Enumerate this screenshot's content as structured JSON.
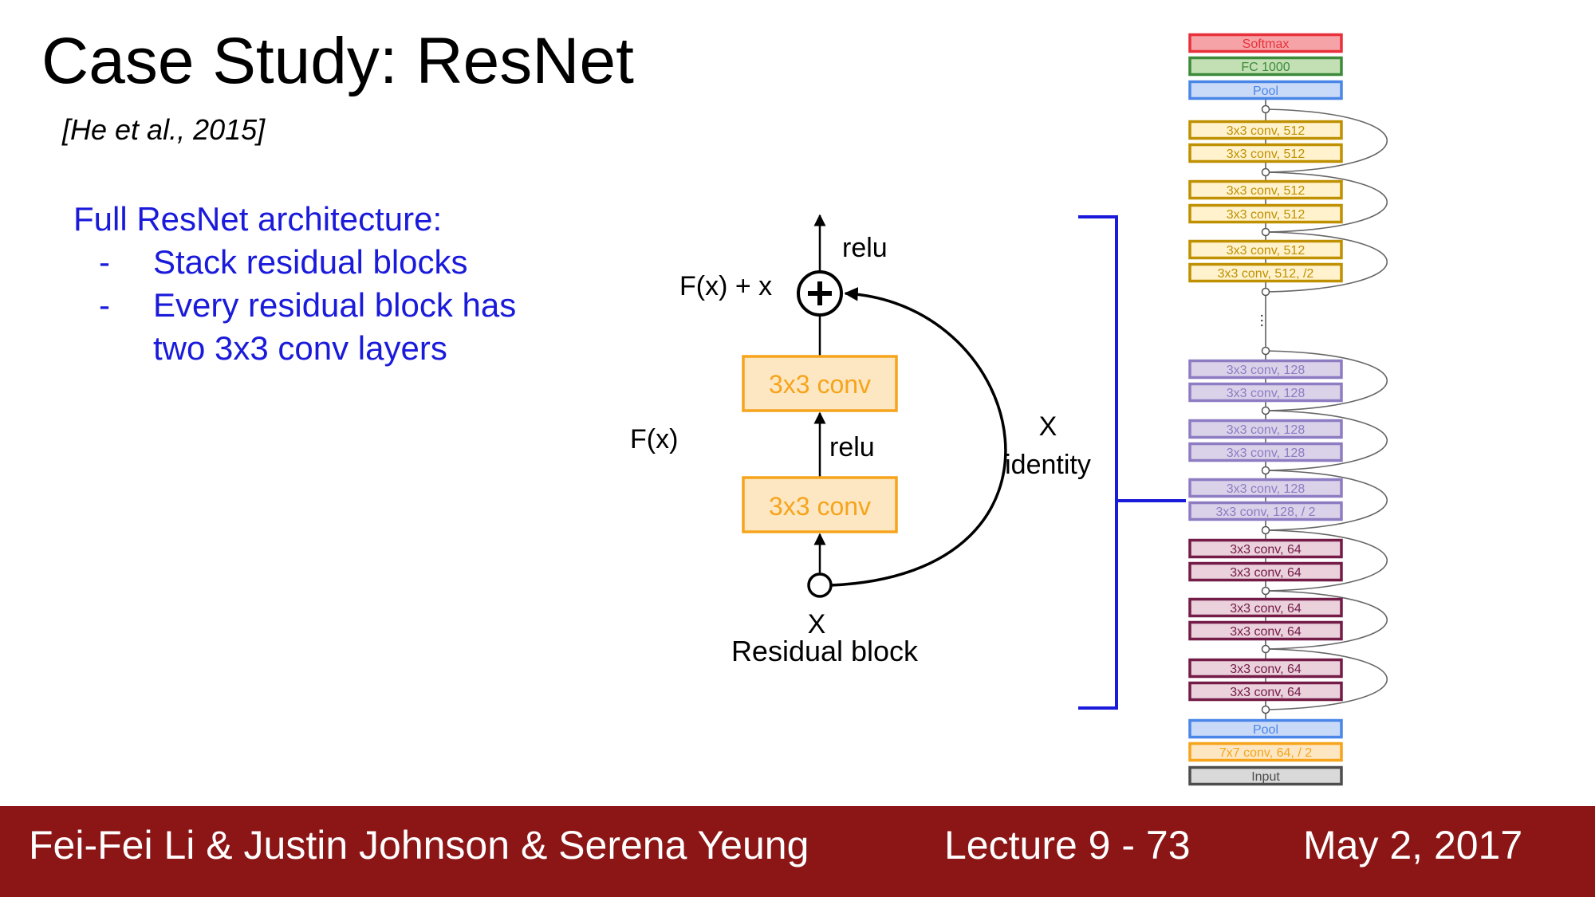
{
  "slide": {
    "title": "Case Study: ResNet",
    "citation": "[He et al., 2015]",
    "bullets": {
      "heading": "Full ResNet architecture:",
      "dash": "-",
      "items": [
        "Stack residual blocks",
        "Every residual block has",
        "two 3x3 conv layers"
      ]
    }
  },
  "residual_block": {
    "top_relu": "relu",
    "sum_label": "F(x) + x",
    "conv_top": "3x3 conv",
    "mid_relu": "relu",
    "conv_bottom": "3x3 conv",
    "fx_label": "F(x)",
    "input_label": "X",
    "caption": "Residual block",
    "identity_x": "X",
    "identity_label": "identity"
  },
  "resnet_stack": {
    "layers": [
      {
        "label": "Softmax",
        "color": "#e8303a",
        "fill": "#f6a3a7"
      },
      {
        "label": "FC 1000",
        "color": "#3c8a3a",
        "fill": "#c2e0b4"
      },
      {
        "label": "Pool",
        "color": "#4a86e8",
        "fill": "#c9daf8"
      },
      {
        "label": "3x3 conv, 512",
        "color": "#bf9000",
        "fill": "#fff2cc"
      },
      {
        "label": "3x3 conv, 512",
        "color": "#bf9000",
        "fill": "#fff2cc"
      },
      {
        "label": "3x3 conv, 512",
        "color": "#bf9000",
        "fill": "#fff2cc"
      },
      {
        "label": "3x3 conv, 512",
        "color": "#bf9000",
        "fill": "#fff2cc"
      },
      {
        "label": "3x3 conv, 512",
        "color": "#bf9000",
        "fill": "#fff2cc"
      },
      {
        "label": "3x3 conv, 512, /2",
        "color": "#bf9000",
        "fill": "#fff2cc"
      },
      {
        "label": "3x3 conv, 128",
        "color": "#8e7cc3",
        "fill": "#d9d2e9"
      },
      {
        "label": "3x3 conv, 128",
        "color": "#8e7cc3",
        "fill": "#d9d2e9"
      },
      {
        "label": "3x3 conv, 128",
        "color": "#8e7cc3",
        "fill": "#d9d2e9"
      },
      {
        "label": "3x3 conv, 128",
        "color": "#8e7cc3",
        "fill": "#d9d2e9"
      },
      {
        "label": "3x3 conv, 128",
        "color": "#8e7cc3",
        "fill": "#d9d2e9"
      },
      {
        "label": "3x3 conv, 128, / 2",
        "color": "#8e7cc3",
        "fill": "#d9d2e9"
      },
      {
        "label": "3x3 conv, 64",
        "color": "#741b47",
        "fill": "#ead1dc"
      },
      {
        "label": "3x3 conv, 64",
        "color": "#741b47",
        "fill": "#ead1dc"
      },
      {
        "label": "3x3 conv, 64",
        "color": "#741b47",
        "fill": "#ead1dc"
      },
      {
        "label": "3x3 conv, 64",
        "color": "#741b47",
        "fill": "#ead1dc"
      },
      {
        "label": "3x3 conv, 64",
        "color": "#741b47",
        "fill": "#ead1dc"
      },
      {
        "label": "3x3 conv, 64",
        "color": "#741b47",
        "fill": "#ead1dc"
      },
      {
        "label": "Pool",
        "color": "#4a86e8",
        "fill": "#c9daf8"
      },
      {
        "label": "7x7 conv, 64, / 2",
        "color": "#f6a41c",
        "fill": "#fde7c2"
      },
      {
        "label": "Input",
        "color": "#4d4d4d",
        "fill": "#d9d9d9"
      }
    ],
    "ellipsis": "..."
  },
  "footer": {
    "authors": "Fei-Fei Li & Justin Johnson & Serena Yeung",
    "lecture": "Lecture 9 - 73",
    "date": "May 2, 2017"
  },
  "colors": {
    "conv_box_stroke": "#f6a41c",
    "conv_box_fill": "#fde7c2",
    "conv_text": "#f6a41c",
    "bracket": "#1a1adb",
    "footer_bg": "#8c1515"
  }
}
